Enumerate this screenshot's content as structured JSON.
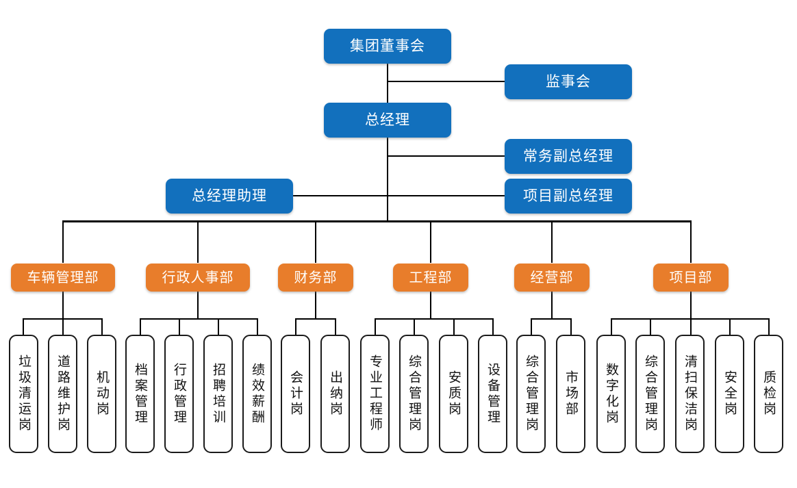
{
  "colors": {
    "executive_fill": "#1270BD",
    "department_fill": "#E87D2B",
    "leaf_border": "#1a1a1a",
    "connector": "#000000",
    "canvas": "#ffffff"
  },
  "chart_title": "",
  "executive": {
    "board": "集团董事会",
    "supervisory_board": "监事会",
    "general_manager": "总经理",
    "executive_deputy_gm": "常务副总经理",
    "project_deputy_gm": "项目副总经理",
    "gm_assistant": "总经理助理"
  },
  "departments": [
    {
      "name": "车辆管理部",
      "positions": [
        "垃圾清运岗",
        "道路维护岗",
        "机动岗"
      ]
    },
    {
      "name": "行政人事部",
      "positions": [
        "档案管理",
        "行政管理",
        "招聘培训",
        "绩效薪酬"
      ]
    },
    {
      "name": "财务部",
      "positions": [
        "会计岗",
        "出纳岗"
      ]
    },
    {
      "name": "工程部",
      "positions": [
        "专业工程师",
        "综合管理岗",
        "安质岗",
        "设备管理"
      ]
    },
    {
      "name": "经营部",
      "positions": [
        "综合管理岗",
        "市场部"
      ]
    },
    {
      "name": "项目部",
      "positions": [
        "数字化岗",
        "综合管理岗",
        "清扫保洁岗",
        "安全岗",
        "质检岗"
      ]
    }
  ],
  "leaf_labels": [
    "垃圾清运岗",
    "道路维护岗",
    "机动岗",
    "档案管理",
    "行政管理",
    "招聘培训",
    "绩效薪酬",
    "会计岗",
    "出纳岗",
    "专业工程师",
    "综合管理岗",
    "安质岗",
    "设备管理",
    "综合管理岗",
    "市场部",
    "数字化岗",
    "综合管理岗",
    "清扫保洁岗",
    "安全岗",
    "质检岗"
  ]
}
